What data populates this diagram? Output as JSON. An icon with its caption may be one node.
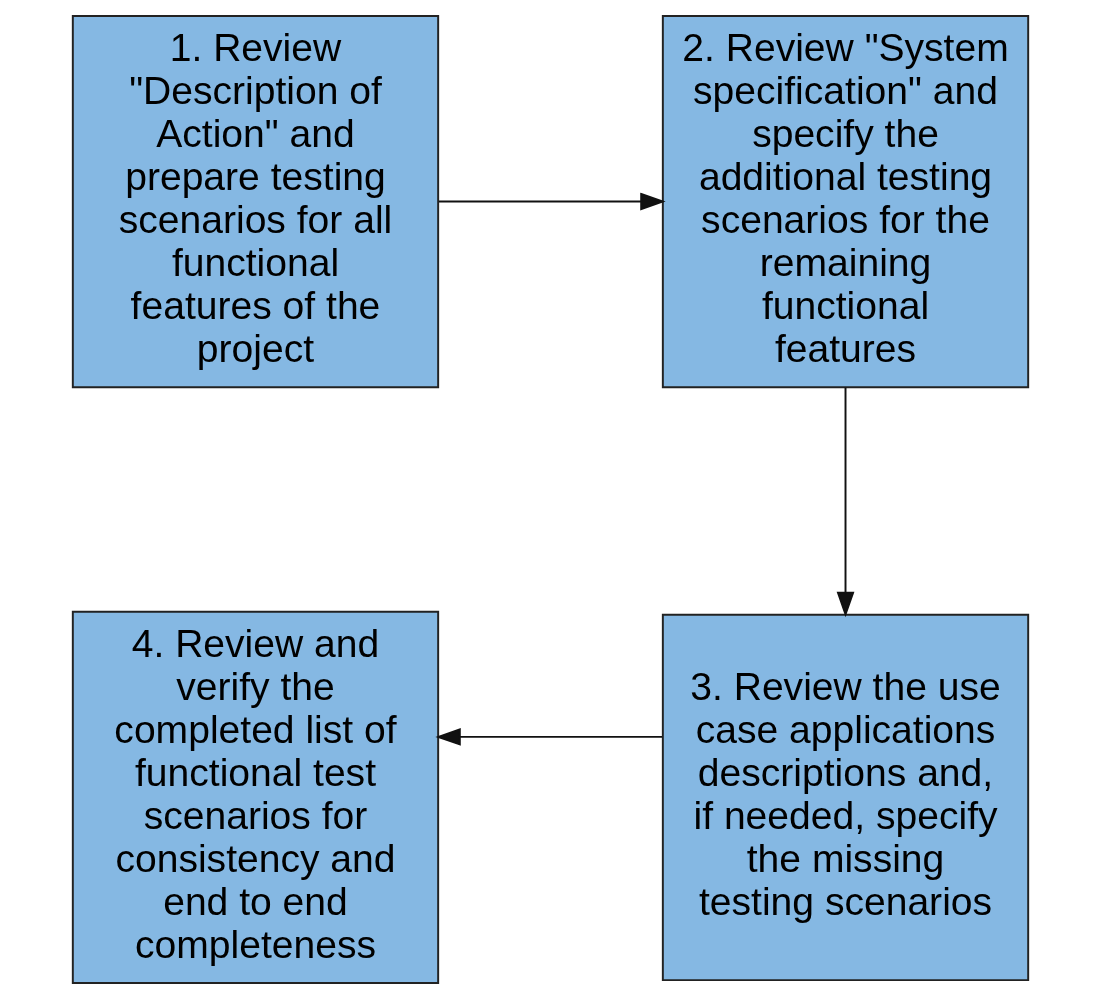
{
  "diagram": {
    "nodes": [
      {
        "text": [
          "1. Review \"Description of Action\" and prepare testing scenarios for all functional features of the project"
        ]
      },
      {
        "text": [
          "2. Review \"System specification\" and specify the additional testing scenarios for the remaining functional features"
        ]
      },
      {
        "text": [
          "3. Review the use case applications descriptions and, if needed, specify the missing testing scenarios"
        ]
      },
      {
        "text": [
          "4. Review and verify the completed list of functional test scenarios for consistency and end to end completeness"
        ]
      }
    ],
    "edges": [
      {
        "from": 0,
        "to": 1,
        "arrow": "to"
      },
      {
        "from": 1,
        "to": 2,
        "arrow": "to"
      },
      {
        "from": 2,
        "to": 3,
        "arrow": "to"
      }
    ]
  }
}
